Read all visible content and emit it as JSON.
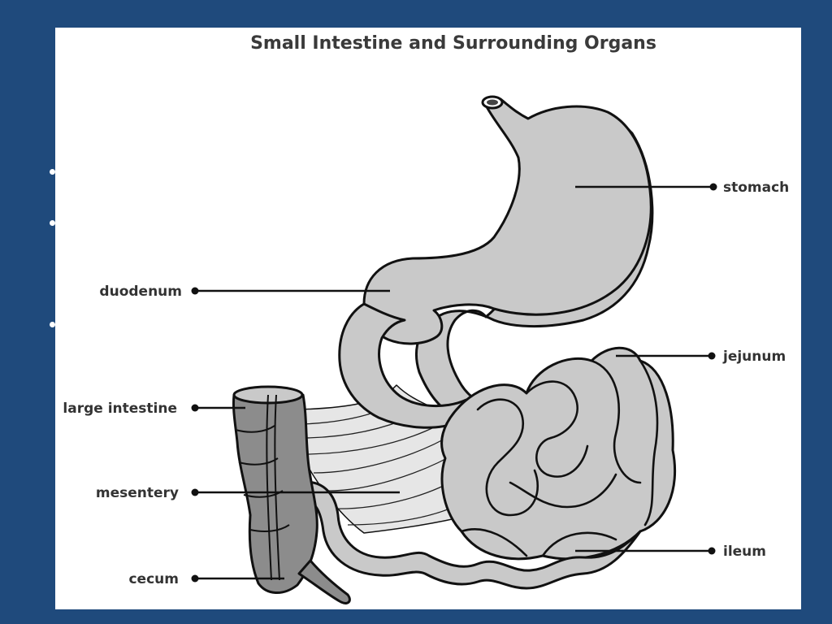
{
  "diagram": {
    "title": "Small Intestine and Surrounding Organs",
    "labels": {
      "stomach": "stomach",
      "duodenum": "duodenum",
      "jejunum": "jejunum",
      "large_intestine": "large intestine",
      "mesentery": "mesentery",
      "ileum": "ileum",
      "cecum": "cecum"
    }
  },
  "colors": {
    "slide_background": "#1f4a7c",
    "organ_light": "#c9c9c9",
    "organ_dark": "#8c8c8c",
    "mesentery": "#e6e6e6"
  }
}
